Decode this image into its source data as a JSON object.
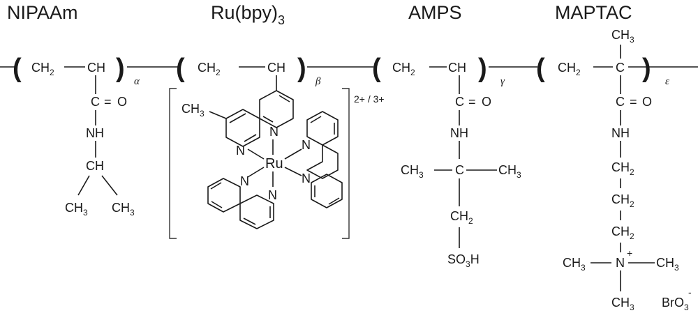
{
  "headers": {
    "nipaam": "NIPAAm",
    "ru_main": "Ru(bpy)",
    "ru_sub": "3",
    "amps": "AMPS",
    "maptac": "MAPTAC"
  },
  "repeat_labels": {
    "nipaam": "α",
    "ru": "β",
    "amps": "γ",
    "maptac": "ε"
  },
  "groups": {
    "ch2": "CH",
    "ch2_sub": "2",
    "ch": "CH",
    "c": "C",
    "o": "O",
    "nh": "NH",
    "ch3": "CH",
    "ch3_sub": "3",
    "ru": "Ru",
    "n": "N",
    "so3h_a": "SO",
    "so3h_sub": "3",
    "so3h_b": "H",
    "nplus": "N",
    "plus": "+",
    "bro3": "BrO",
    "bro3_sub": "3",
    "minus": "-",
    "eq": "=",
    "charge": "2+ / 3+"
  }
}
